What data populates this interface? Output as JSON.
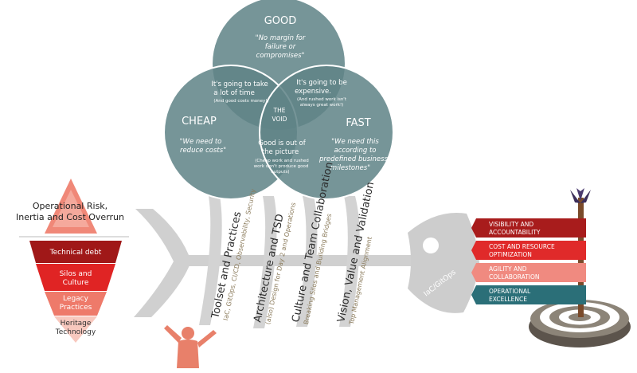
{
  "venn": {
    "good": {
      "title": "GOOD",
      "quote_lines": [
        "\"No margin for",
        "failure or",
        "compromises\""
      ]
    },
    "cheap": {
      "title": "CHEAP",
      "quote_lines": [
        "\"We need to",
        "reduce costs\""
      ]
    },
    "fast": {
      "title": "FAST",
      "quote_lines": [
        "\"We need this",
        "according to",
        "predefined business",
        "milestones\""
      ]
    },
    "good_cheap": {
      "lines": [
        "It's going to take",
        "a lot of time"
      ],
      "note": "(And good costs money!)"
    },
    "good_fast": {
      "lines": [
        "It's going to be",
        "expensive."
      ],
      "note_lines": [
        "(And rushed work isn't",
        "always great work!)"
      ]
    },
    "cheap_fast": {
      "lines": [
        "Good is out of",
        "the picture"
      ],
      "note_lines": [
        "(Cheap work and rushed",
        "work don't produce good",
        "outputs)"
      ]
    },
    "center": {
      "lines": [
        "THE",
        "VOID"
      ]
    }
  },
  "triangle": {
    "title_lines": [
      "Operational Risk,",
      "Inertia and Cost Overrun"
    ],
    "tiers": [
      {
        "label": "Technical debt",
        "color": "#a01818"
      },
      {
        "label_lines": [
          "Silos and",
          "Culture"
        ],
        "color": "#e02424"
      },
      {
        "label_lines": [
          "Legacy",
          "Practices"
        ],
        "color": "#ee7a6a"
      },
      {
        "label_lines": [
          "Heritage",
          "Technology"
        ],
        "color": "#f8c8be"
      }
    ]
  },
  "fishbone": {
    "head_label": "IaC/GitOps",
    "bones": [
      {
        "title": "Toolset and Practices",
        "sub": "IaC, GitOps, CI/CD, Observability, Security"
      },
      {
        "title": "Architecture and TSD",
        "sub": "(also) Design for Day 2 and Operations"
      },
      {
        "title": "Culture and Team Collaboration",
        "sub": "Breaking Silos and Building Bridges"
      },
      {
        "title": "Vision, Value and Validation",
        "sub": "Top Management Alignment"
      }
    ]
  },
  "signpost": {
    "items": [
      {
        "lines": [
          "VISIBILITY AND",
          "ACCOUNTABILITY"
        ],
        "color": "#a81c1c"
      },
      {
        "lines": [
          "COST AND RESOURCE",
          "OPTIMIZATION"
        ],
        "color": "#e02a2a"
      },
      {
        "lines": [
          "AGILITY AND",
          "COLLABORATION"
        ],
        "color": "#f08a80"
      },
      {
        "lines": [
          "OPERATIONAL",
          "EXCELLENCE"
        ],
        "color": "#2b6f78"
      }
    ]
  },
  "colors": {
    "venn_fill": "#5f8487",
    "bone": "#d0d0d0",
    "fish_head": "#cdcdcd",
    "triangle_top": "#f08878",
    "person": "#e8806a"
  }
}
